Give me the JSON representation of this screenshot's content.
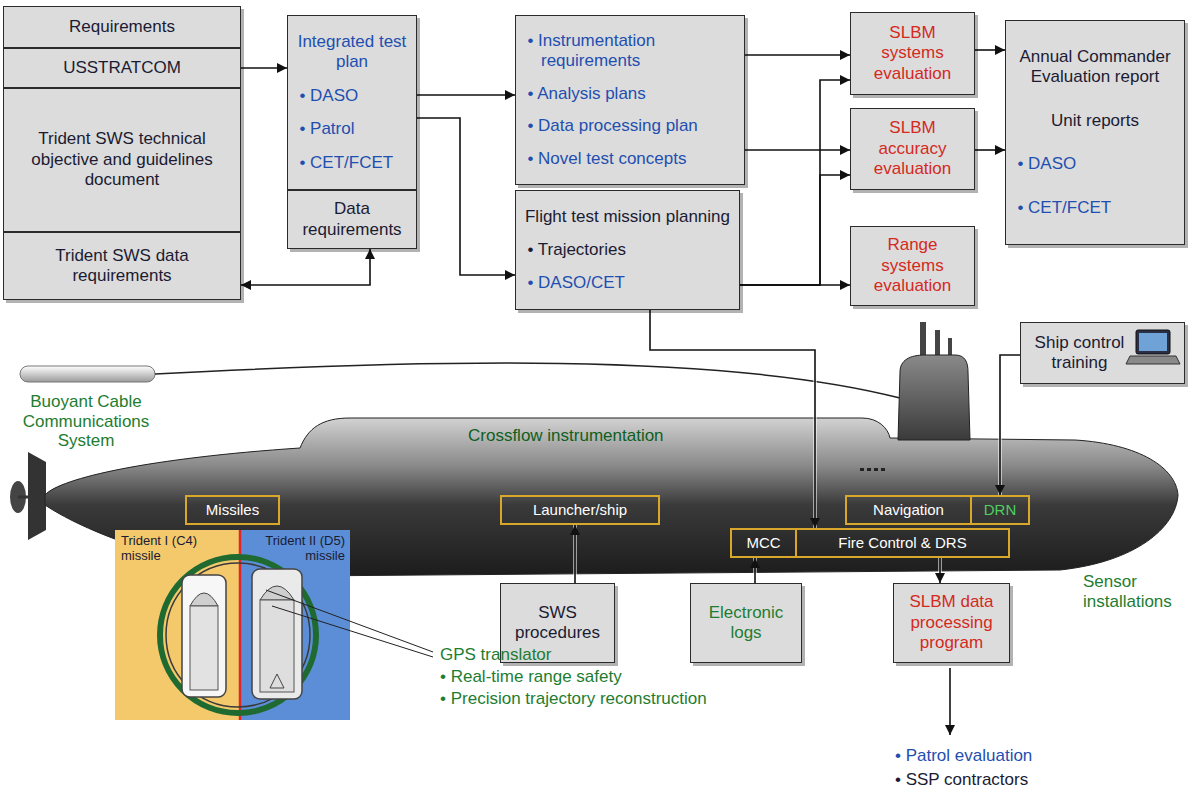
{
  "diagram": {
    "nodes": [
      {
        "text": [
          "Requirements"
        ]
      },
      {
        "text": [
          "USSTRATCOM"
        ]
      },
      {
        "text": [
          "Trident SWS technical objective and guidelines document"
        ]
      },
      {
        "text": [
          "Trident SWS data requirements"
        ]
      },
      {
        "text": [
          "Integrated test plan",
          "• DASO",
          "• Patrol",
          "• CET/FCET"
        ]
      },
      {
        "text": [
          "Data requirements"
        ]
      },
      {
        "text": [
          "• Instrumentation requirements",
          "• Analysis plans",
          "• Data processing plan",
          "• Novel test concepts"
        ]
      },
      {
        "text": [
          "Flight test mission planning",
          "• Trajectories",
          "• DASO/CET"
        ]
      },
      {
        "text": [
          "SLBM systems evaluation"
        ]
      },
      {
        "text": [
          "SLBM accuracy evaluation"
        ]
      },
      {
        "text": [
          "Range systems evaluation"
        ]
      },
      {
        "text": [
          "Annual Commander Evaluation report",
          "Unit reports",
          "• DASO",
          "• CET/FCET"
        ]
      },
      {
        "text": [
          "Ship control training"
        ]
      },
      {
        "text": [
          "Missiles"
        ]
      },
      {
        "text": [
          "Launcher/ship"
        ]
      },
      {
        "text": [
          "Navigation"
        ]
      },
      {
        "text": [
          "DRN"
        ]
      },
      {
        "text": [
          "MCC"
        ]
      },
      {
        "text": [
          "Fire Control & DRS"
        ]
      },
      {
        "text": [
          "SWS procedures"
        ]
      },
      {
        "text": [
          "Electronic logs"
        ]
      },
      {
        "text": [
          "SLBM data processing program"
        ]
      }
    ],
    "edges": [
      {
        "from": 1,
        "to": 4,
        "arrow": "to"
      },
      {
        "from": 3,
        "to": 5,
        "arrow": "both"
      },
      {
        "from": 4,
        "to": 6,
        "arrow": "to"
      },
      {
        "from": 4,
        "to": 7,
        "arrow": "to"
      },
      {
        "from": 6,
        "to": 8,
        "arrow": "to"
      },
      {
        "from": 6,
        "to": 9,
        "arrow": "to"
      },
      {
        "from": 7,
        "to": 8,
        "arrow": "to"
      },
      {
        "from": 7,
        "to": 9,
        "arrow": "to"
      },
      {
        "from": 7,
        "to": 10,
        "arrow": "to"
      },
      {
        "from": 8,
        "to": 11,
        "arrow": "to"
      },
      {
        "from": 9,
        "to": 11,
        "arrow": "to"
      },
      {
        "from": 7,
        "to": 18,
        "arrow": "to"
      },
      {
        "from": 12,
        "to": 16,
        "arrow": "to"
      },
      {
        "from": 19,
        "to": 14,
        "arrow": "to"
      },
      {
        "from": 20,
        "to": 17,
        "arrow": "to"
      },
      {
        "from": 18,
        "to": 21,
        "arrow": "to"
      }
    ],
    "labels": [
      "Buoyant Cable Communications System",
      "Crossflow instrumentation",
      "Trident I (C4) missile",
      "Trident II (D5) missile",
      "Sensor installations",
      "GPS translator",
      "• Real-time range safety",
      "• Precision trajectory reconstruction",
      "• Patrol evaluation",
      "• SSP contractors"
    ]
  }
}
